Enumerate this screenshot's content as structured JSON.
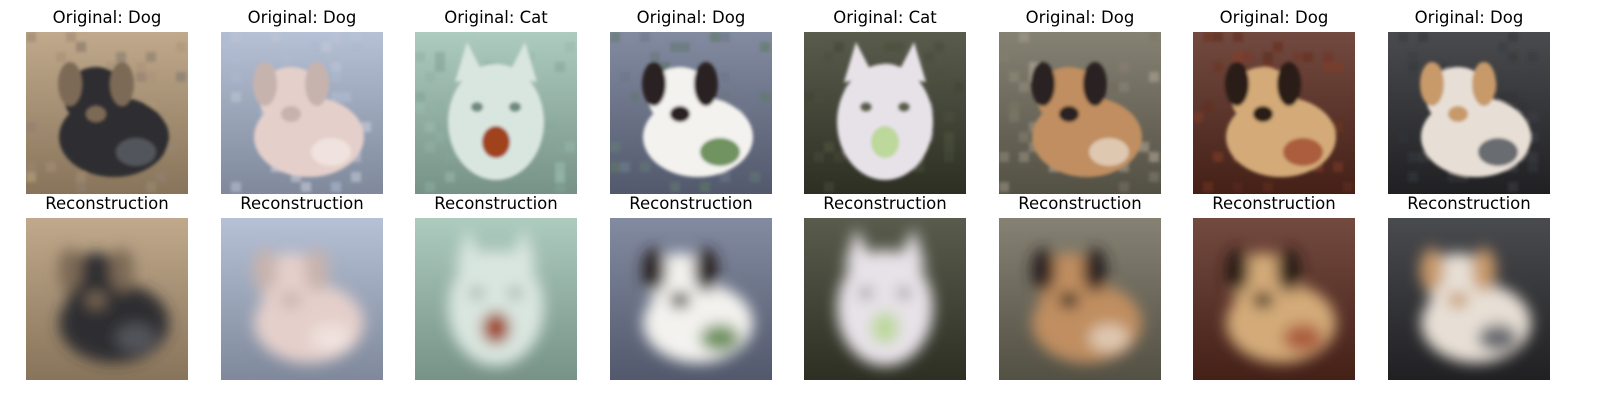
{
  "panels": [
    {
      "original_title": "Original: Dog",
      "reconstruction_title": "Reconstruction",
      "subject": "dog",
      "palette": {
        "bg": "#b59a78",
        "subject": "#2e2d31",
        "accent": "#7d6a56",
        "highlight": "#5b5e66"
      }
    },
    {
      "original_title": "Original: Dog",
      "reconstruction_title": "Reconstruction",
      "subject": "dog",
      "palette": {
        "bg": "#a9b6cf",
        "subject": "#e4cfca",
        "accent": "#c7b3ad",
        "highlight": "#f2e6e2"
      }
    },
    {
      "original_title": "Original: Cat",
      "reconstruction_title": "Reconstruction",
      "subject": "cat",
      "palette": {
        "bg": "#9fc2b4",
        "subject": "#d9e6df",
        "accent": "#a0431c",
        "highlight": "#6e8a7f"
      }
    },
    {
      "original_title": "Original: Dog",
      "reconstruction_title": "Reconstruction",
      "subject": "dog",
      "palette": {
        "bg": "#6d7690",
        "subject": "#f3f2ee",
        "accent": "#2b2424",
        "highlight": "#4f7a3a"
      }
    },
    {
      "original_title": "Original: Cat",
      "reconstruction_title": "Reconstruction",
      "subject": "cat",
      "palette": {
        "bg": "#3c3f2e",
        "subject": "#e7e2e8",
        "accent": "#bcd89a",
        "highlight": "#5b6148"
      }
    },
    {
      "original_title": "Original: Dog",
      "reconstruction_title": "Reconstruction",
      "subject": "dog",
      "palette": {
        "bg": "#6f6b5a",
        "subject": "#c08e60",
        "accent": "#2a2320",
        "highlight": "#e6d7c4"
      }
    },
    {
      "original_title": "Original: Dog",
      "reconstruction_title": "Reconstruction",
      "subject": "dog",
      "palette": {
        "bg": "#5a2a1e",
        "subject": "#d3aa78",
        "accent": "#2b1a16",
        "highlight": "#a24a2e"
      }
    },
    {
      "original_title": "Original: Dog",
      "reconstruction_title": "Reconstruction",
      "subject": "dog",
      "palette": {
        "bg": "#2a2b2f",
        "subject": "#e7dfd5",
        "accent": "#c89a6b",
        "highlight": "#4a4f57"
      }
    }
  ]
}
